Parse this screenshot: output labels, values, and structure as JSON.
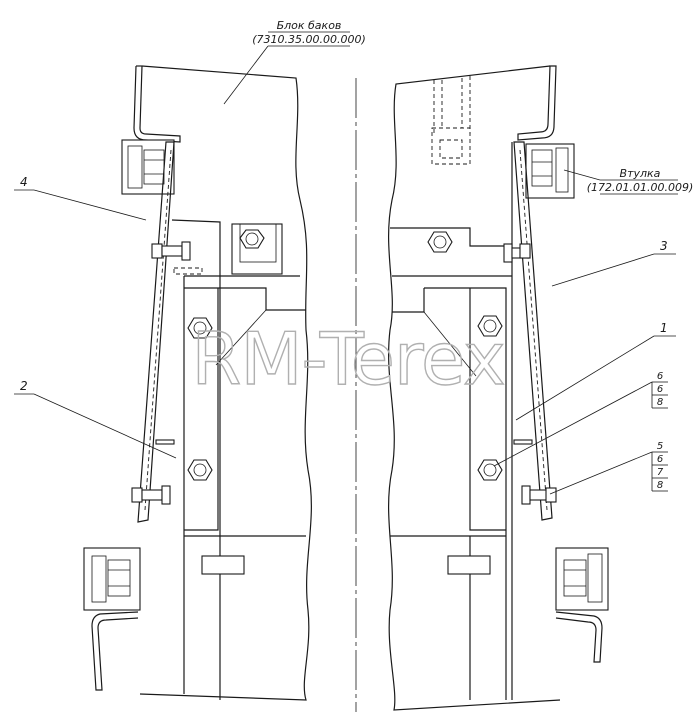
{
  "watermark": "RM-Terex",
  "labels": {
    "block_title": "Блок баков",
    "block_code": "(7310.35.00.00.000)",
    "bushing_title": "Втулка",
    "bushing_code": "(172.01.01.00.009)"
  },
  "callouts": {
    "left_4": "4",
    "left_2": "2",
    "right_3": "3",
    "right_1": "1"
  },
  "stack_a": [
    "6",
    "6",
    "8"
  ],
  "stack_b": [
    "5",
    "6",
    "7",
    "8"
  ]
}
